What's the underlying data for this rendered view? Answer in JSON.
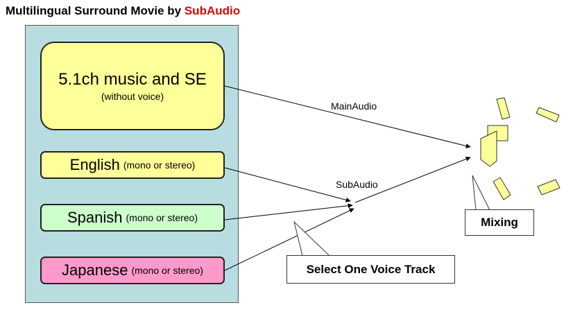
{
  "title": {
    "prefix": "Multilingual Surround Movie by ",
    "brand": "SubAudio",
    "brand_color": "#e00000"
  },
  "sources": {
    "music": {
      "label": "5.1ch music and SE",
      "note": "(without voice)",
      "color": "#ffff99"
    },
    "tracks": [
      {
        "language": "English",
        "note": "(mono or stereo)",
        "color": "#ffff99"
      },
      {
        "language": "Spanish",
        "note": "(mono or stereo)",
        "color": "#ccffcc"
      },
      {
        "language": "Japanese",
        "note": "(mono or stereo)",
        "color": "#ff99cc"
      }
    ]
  },
  "streams": {
    "main": "MainAudio",
    "sub": "SubAudio"
  },
  "callouts": {
    "select": "Select One Voice Track",
    "mixing": "Mixing"
  },
  "colors": {
    "panel": "#b8dde0",
    "speaker": "#ffff99"
  },
  "icons": [
    "speaker-icon"
  ]
}
